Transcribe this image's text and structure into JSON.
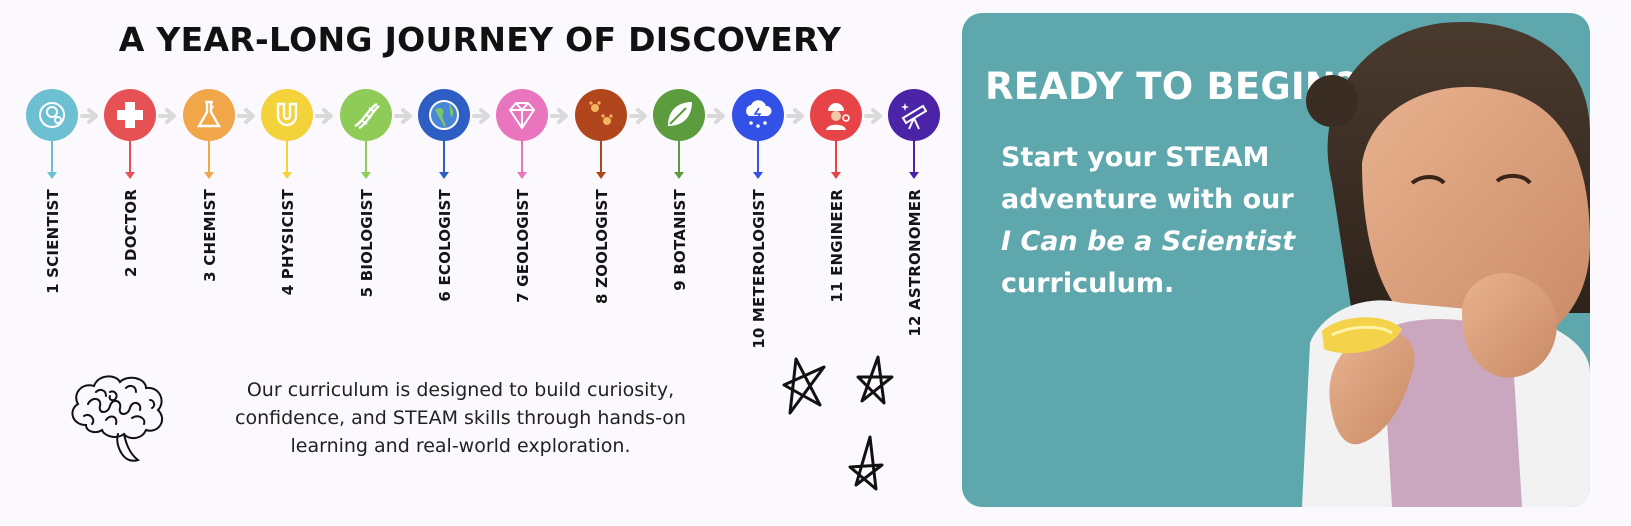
{
  "title": "A YEAR-LONG JOURNEY OF DISCOVERY",
  "steps": [
    {
      "label": "1 SCIENTIST",
      "icon": "scientist-brain-icon",
      "color": "#6cc0d2"
    },
    {
      "label": "2 DOCTOR",
      "icon": "medical-cross-icon",
      "color": "#e65254"
    },
    {
      "label": "3 CHEMIST",
      "icon": "flask-icon",
      "color": "#f1a64a"
    },
    {
      "label": "4 PHYSICIST",
      "icon": "magnet-icon",
      "color": "#f3d23a"
    },
    {
      "label": "5 BIOLOGIST",
      "icon": "dna-icon",
      "color": "#8fcb57"
    },
    {
      "label": "6 ECOLOGIST",
      "icon": "globe-icon",
      "color": "#2e5ec4"
    },
    {
      "label": "7 GEOLOGIST",
      "icon": "gem-icon",
      "color": "#e875bd"
    },
    {
      "label": "8 ZOOLOGIST",
      "icon": "paw-prints-icon",
      "color": "#b1461d"
    },
    {
      "label": "9 BOTANIST",
      "icon": "leaf-icon",
      "color": "#5c9b3e"
    },
    {
      "label": "10 METEROLOGIST",
      "icon": "rain-cloud-icon",
      "color": "#3351e6"
    },
    {
      "label": "11 ENGINEER",
      "icon": "engineer-icon",
      "color": "#e64446"
    },
    {
      "label": "12 ASTRONOMER",
      "icon": "telescope-icon",
      "color": "#4b23a7"
    }
  ],
  "description": "Our curriculum is designed to build curiosity, confidence, and STEAM skills through hands-on learning and real-world exploration.",
  "panel": {
    "title": "READY TO BEGIN?",
    "line1": "Start your STEAM",
    "line2": "adventure with our",
    "line3_italic": "I Can be a Scientist",
    "line4": "curriculum.",
    "background": "#5da7ad"
  },
  "colors": {
    "background": "#fbf9fe",
    "chevron": "#d9d9d9"
  }
}
